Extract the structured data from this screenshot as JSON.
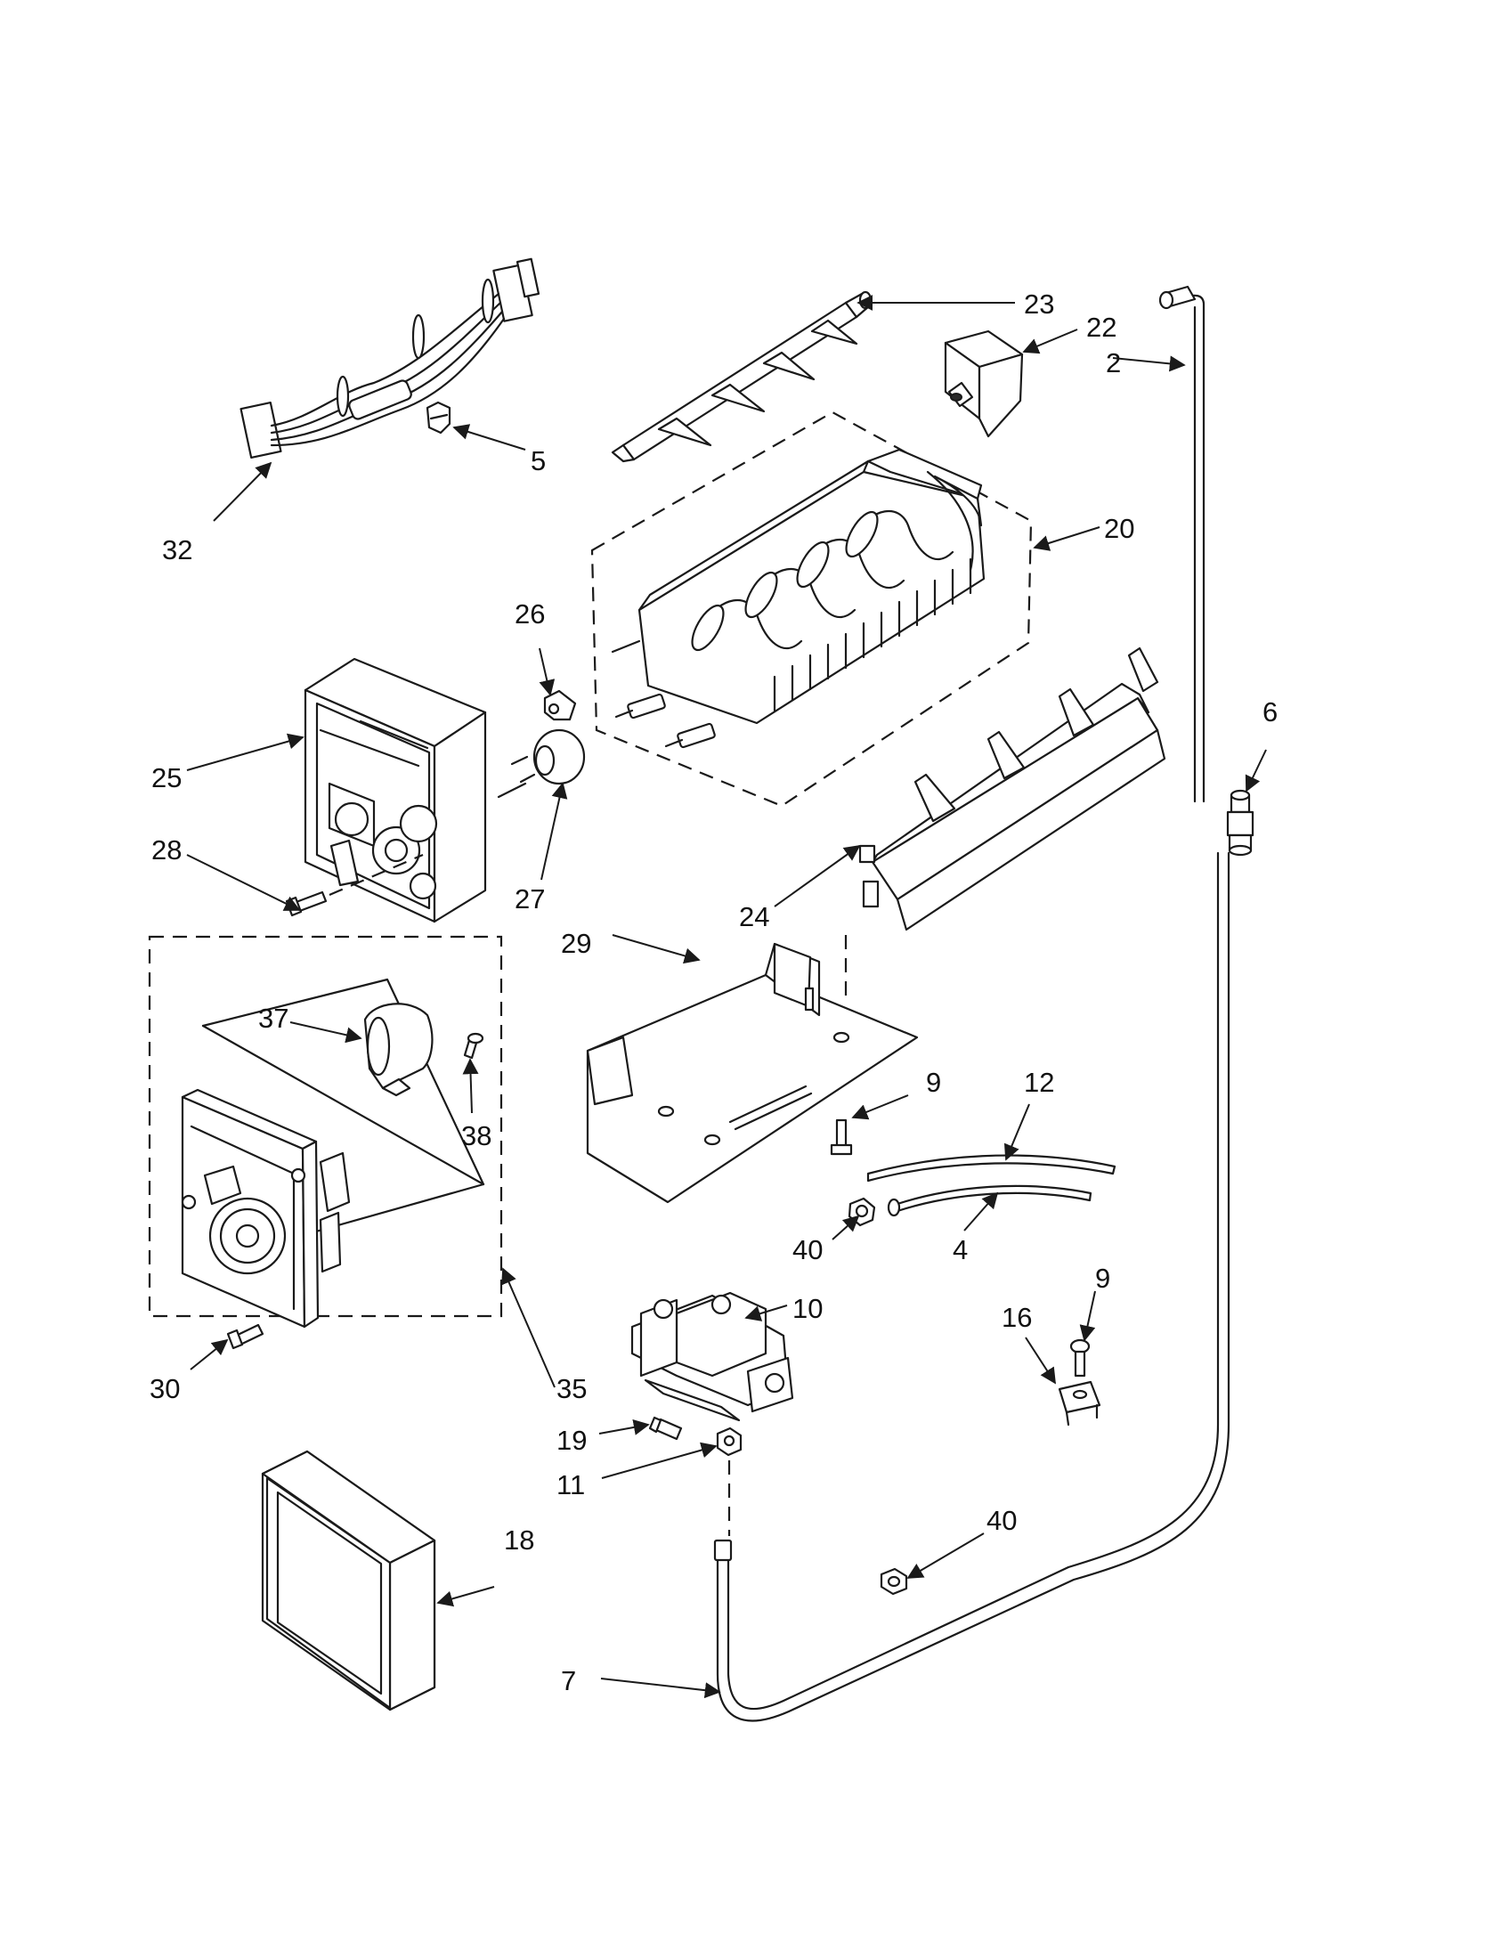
{
  "diagram": {
    "callouts": {
      "c2": "2",
      "c4": "4",
      "c5": "5",
      "c6": "6",
      "c7": "7",
      "c9a": "9",
      "c9b": "9",
      "c10": "10",
      "c11": "11",
      "c12": "12",
      "c16": "16",
      "c18": "18",
      "c19": "19",
      "c20": "20",
      "c22": "22",
      "c23": "23",
      "c24": "24",
      "c25": "25",
      "c26": "26",
      "c27": "27",
      "c28": "28",
      "c29": "29",
      "c30": "30",
      "c32": "32",
      "c35": "35",
      "c37": "37",
      "c38": "38",
      "c40a": "40",
      "c40b": "40"
    }
  }
}
